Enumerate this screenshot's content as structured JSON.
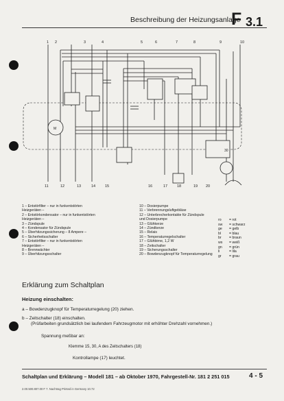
{
  "header": {
    "title": "Beschreibung der Heizungsanlage",
    "section_letter": "F",
    "section_number": "3.1"
  },
  "diagram": {
    "top_numbers": [
      "1",
      "2",
      "3",
      "4",
      "5",
      "6",
      "7",
      "8",
      "9",
      "10"
    ],
    "bottom_numbers": [
      "11",
      "12",
      "13",
      "14",
      "15",
      "16",
      "17",
      "18",
      "19",
      "20"
    ]
  },
  "legend_left": [
    "1 – Entstörfilter – nur in funkentstörten",
    "      Heizgeräten –",
    "2 – Entstörkondensator – nur in funkentstörten",
    "      Heizgeräten –",
    "3 – Zündspule",
    "4 – Kondensator für Zündspule",
    "5 – Überhitzungssicherung – 8 Ampere –",
    "6 – Sicherheitsschalter",
    "7 – Entstörfilter – nur in funkentstörten",
    "      Heizgeräten –",
    "8 – Brennwächter",
    "9 – Überhitzungsschalter"
  ],
  "legend_right": [
    "10 – Dosierpumpe",
    "11 – Verbrennungsluftgebläse",
    "12 – Unterbrecherkontakte für Zündspule",
    "        und Dosierpumpe",
    "13 – Glühkerze",
    "14 – Zündkerze",
    "15 – Relais",
    "16 – Temperaturregelschalter",
    "17 – Glühbirne, 1,2 W",
    "18 – Zeitschalter",
    "19 – Sicherungsschalter",
    "20 – Bowdenzugknopf für Temperaturregelung"
  ],
  "colors": [
    [
      "ro",
      "= rot"
    ],
    [
      "sw",
      "= schwarz"
    ],
    [
      "ge",
      "= gelb"
    ],
    [
      "bl",
      "= blau"
    ],
    [
      "br",
      "= braun"
    ],
    [
      "ws",
      "= weiß"
    ],
    [
      "gn",
      "= grün"
    ],
    [
      "li",
      "= lila"
    ],
    [
      "gr",
      "= grau"
    ]
  ],
  "section_title": "Erklärung zum Schaltplan",
  "subsection_title": "Heizung einschalten:",
  "steps": [
    "a – Bowdenzugknopf für Temperaturregelung (20) ziehen.",
    "b – Zeitschalter (18) einschalten."
  ],
  "note": "(Prüfarbeiten grundsätzlich bei laufendem Fahrzeugmotor mit erhöhter Drehzahl vornehmen.)",
  "measure": "Spannung meßbar an:",
  "klemme": "Klemme 15, 30, A des Zeitschalters (18)",
  "kontrolllampe": "Kontrollampe (17) leuchtet.",
  "footer": {
    "text": "Schaltplan und Erklärung – Modell 181 – ab Oktober 1970, Fahrgestell-Nr. 181 2 251 015",
    "page": "4 - 5"
  },
  "printline": "2.00.500.807.00   F   7. Nachtrag   Printed in Germany   10.72"
}
